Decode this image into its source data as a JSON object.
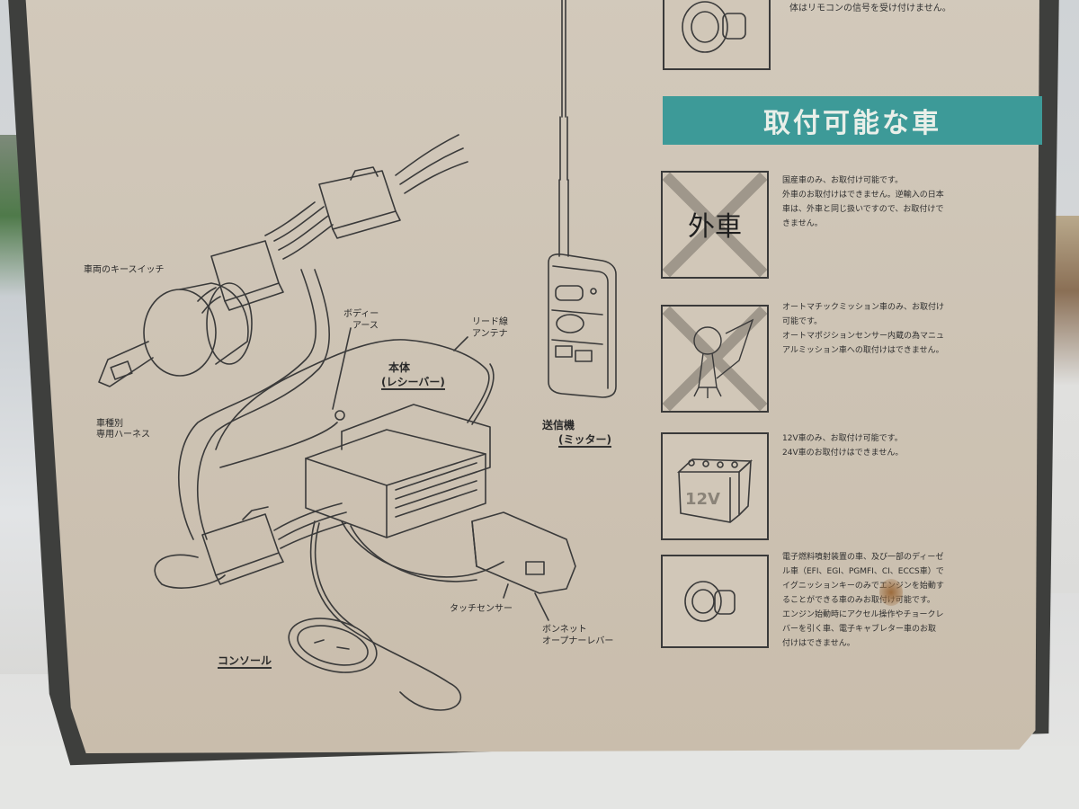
{
  "scene": {
    "subject": "Back panel of a car remote engine starter product box",
    "colors": {
      "panel": "#cdc3b4",
      "border": "#3e3f3d",
      "banner": "#3d9a98",
      "banner_text": "#e9efe9",
      "line_art": "#3a3a3a"
    }
  },
  "top_caption": "体はリモコンの信号を受け付けません。",
  "banner": {
    "title": "取付可能な車"
  },
  "diagram": {
    "labels": {
      "key_switch": "車両のキースイッチ",
      "body_ground": [
        "ボディー",
        "アース"
      ],
      "lead_antenna": [
        "リード線",
        "アンテナ"
      ],
      "receiver": [
        "本体",
        "(レシーバー)"
      ],
      "harness": [
        "車種別",
        "専用ハーネス"
      ],
      "transmitter": [
        "送信機",
        "(ミッター)"
      ],
      "touch_sensor": "タッチセンサー",
      "bonnet_lever": [
        "ボンネット",
        "オープナーレバー"
      ],
      "console": "コンソール"
    }
  },
  "requirements": [
    {
      "icon": "foreign-car-prohibited-icon",
      "icon_text": "外車",
      "lines": [
        "国産車のみ、お取付け可能です。",
        "外車のお取付けはできません。逆輸入の日本",
        "車は、外車と同じ扱いですので、お取付けで",
        "きません。"
      ]
    },
    {
      "icon": "manual-shift-prohibited-icon",
      "lines": [
        "オートマチックミッション車のみ、お取付け",
        "可能です。",
        "オートマポジションセンサー内蔵の為マニュ",
        "アルミッション車への取付けはできません。"
      ]
    },
    {
      "icon": "battery-12v-icon",
      "icon_text": "12V",
      "lines": [
        "12V車のみ、お取付け可能です。",
        "24V車のお取付けはできません。"
      ]
    },
    {
      "icon": "ignition-key-icon",
      "lines": [
        "電子燃料噴射装置の車、及び一部のディーゼ",
        "ル車（EFI、EGI、PGMFI、CI、ECCS車）で",
        "イグニッションキーのみでエンジンを始動す",
        "ることができる車のみお取付け可能です。",
        "エンジン始動時にアクセル操作やチョークレ",
        "バーを引く車、電子キャブレター車のお取",
        "付けはできません。"
      ]
    }
  ]
}
